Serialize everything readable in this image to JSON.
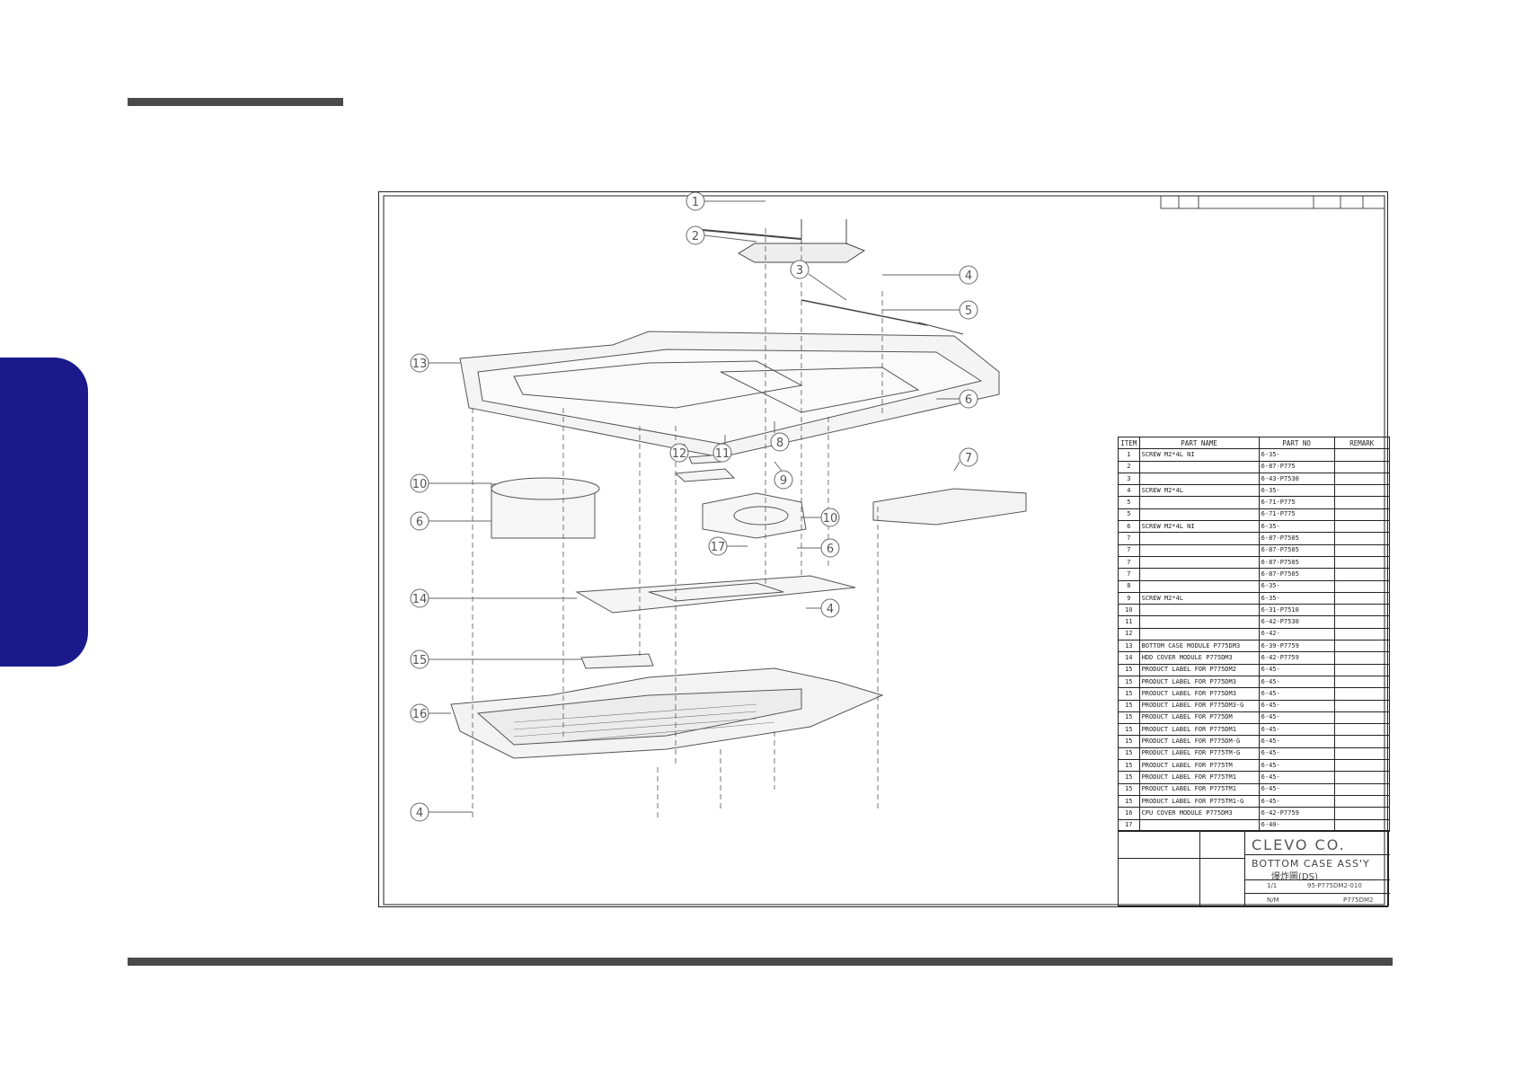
{
  "parts_table": {
    "headers": [
      "ITEM",
      "PART NAME",
      "PART NO",
      "REMARK"
    ],
    "rows": [
      {
        "item": "1",
        "name": "SCREW M2*4L NI",
        "no": "6-35-",
        "remark": ""
      },
      {
        "item": "2",
        "name": "",
        "no": "6-87-P775",
        "remark": ""
      },
      {
        "item": "3",
        "name": "",
        "no": "6-43-P7530",
        "remark": ""
      },
      {
        "item": "4",
        "name": "SCREW M2*4L",
        "no": "6-35-",
        "remark": ""
      },
      {
        "item": "5",
        "name": "",
        "no": "6-71-P775",
        "remark": ""
      },
      {
        "item": "5",
        "name": "",
        "no": "6-71-P775",
        "remark": ""
      },
      {
        "item": "6",
        "name": "SCREW M2*4L NI",
        "no": "6-35-",
        "remark": ""
      },
      {
        "item": "7",
        "name": "",
        "no": "6-87-P7505",
        "remark": ""
      },
      {
        "item": "7",
        "name": "",
        "no": "6-87-P7505",
        "remark": ""
      },
      {
        "item": "7",
        "name": "",
        "no": "6-87-P7505",
        "remark": ""
      },
      {
        "item": "7",
        "name": "",
        "no": "6-87-P7505",
        "remark": ""
      },
      {
        "item": "8",
        "name": "",
        "no": "6-35-",
        "remark": ""
      },
      {
        "item": "9",
        "name": "SCREW M2*4L",
        "no": "6-35-",
        "remark": ""
      },
      {
        "item": "10",
        "name": "",
        "no": "6-31-P7510",
        "remark": ""
      },
      {
        "item": "11",
        "name": "",
        "no": "6-42-P7530",
        "remark": ""
      },
      {
        "item": "12",
        "name": "",
        "no": "6-42-",
        "remark": ""
      },
      {
        "item": "13",
        "name": "BOTTOM CASE MODULE P775DM3",
        "no": "6-39-P7759",
        "remark": ""
      },
      {
        "item": "14",
        "name": "HDD COVER MODULE P775DM3",
        "no": "6-42-P7759",
        "remark": ""
      },
      {
        "item": "15",
        "name": "PRODUCT LABEL FOR P775DM2",
        "no": "6-45-",
        "remark": ""
      },
      {
        "item": "15",
        "name": "PRODUCT LABEL FOR P775DM3",
        "no": "6-45-",
        "remark": ""
      },
      {
        "item": "15",
        "name": "PRODUCT LABEL FOR P775DM3",
        "no": "6-45-",
        "remark": ""
      },
      {
        "item": "15",
        "name": "PRODUCT LABEL FOR P775DM3-G",
        "no": "6-45-",
        "remark": ""
      },
      {
        "item": "15",
        "name": "PRODUCT LABEL FOR P775DM",
        "no": "6-45-",
        "remark": ""
      },
      {
        "item": "15",
        "name": "PRODUCT LABEL FOR P775DM1",
        "no": "6-45-",
        "remark": ""
      },
      {
        "item": "15",
        "name": "PRODUCT LABEL FOR P775DM-G",
        "no": "6-45-",
        "remark": ""
      },
      {
        "item": "15",
        "name": "PRODUCT LABEL FOR P775TM-G",
        "no": "6-45-",
        "remark": ""
      },
      {
        "item": "15",
        "name": "PRODUCT LABEL FOR P775TM",
        "no": "6-45-",
        "remark": ""
      },
      {
        "item": "15",
        "name": "PRODUCT LABEL FOR P775TM1",
        "no": "6-45-",
        "remark": ""
      },
      {
        "item": "15",
        "name": "PRODUCT LABEL FOR P775TM1",
        "no": "6-45-",
        "remark": ""
      },
      {
        "item": "15",
        "name": "PRODUCT LABEL FOR P775TM1-G",
        "no": "6-45-",
        "remark": ""
      },
      {
        "item": "16",
        "name": "CPU COVER MODULE P775DM3",
        "no": "6-42-P7759",
        "remark": ""
      },
      {
        "item": "17",
        "name": "",
        "no": "6-40-",
        "remark": ""
      }
    ]
  },
  "title_block": {
    "company": "CLEVO CO.",
    "title": "BOTTOM CASE ASS'Y",
    "subtitle": "爆炸圖(DS)",
    "drawing_no": "95-P775DM2-010",
    "sheet": "1/1",
    "scale": "N/M",
    "model": "P775DM2"
  },
  "callouts": [
    "1",
    "2",
    "3",
    "4",
    "5",
    "6",
    "7",
    "8",
    "9",
    "10",
    "11",
    "12",
    "13",
    "6",
    "10",
    "6",
    "17",
    "14",
    "4",
    "15",
    "16",
    "4"
  ]
}
